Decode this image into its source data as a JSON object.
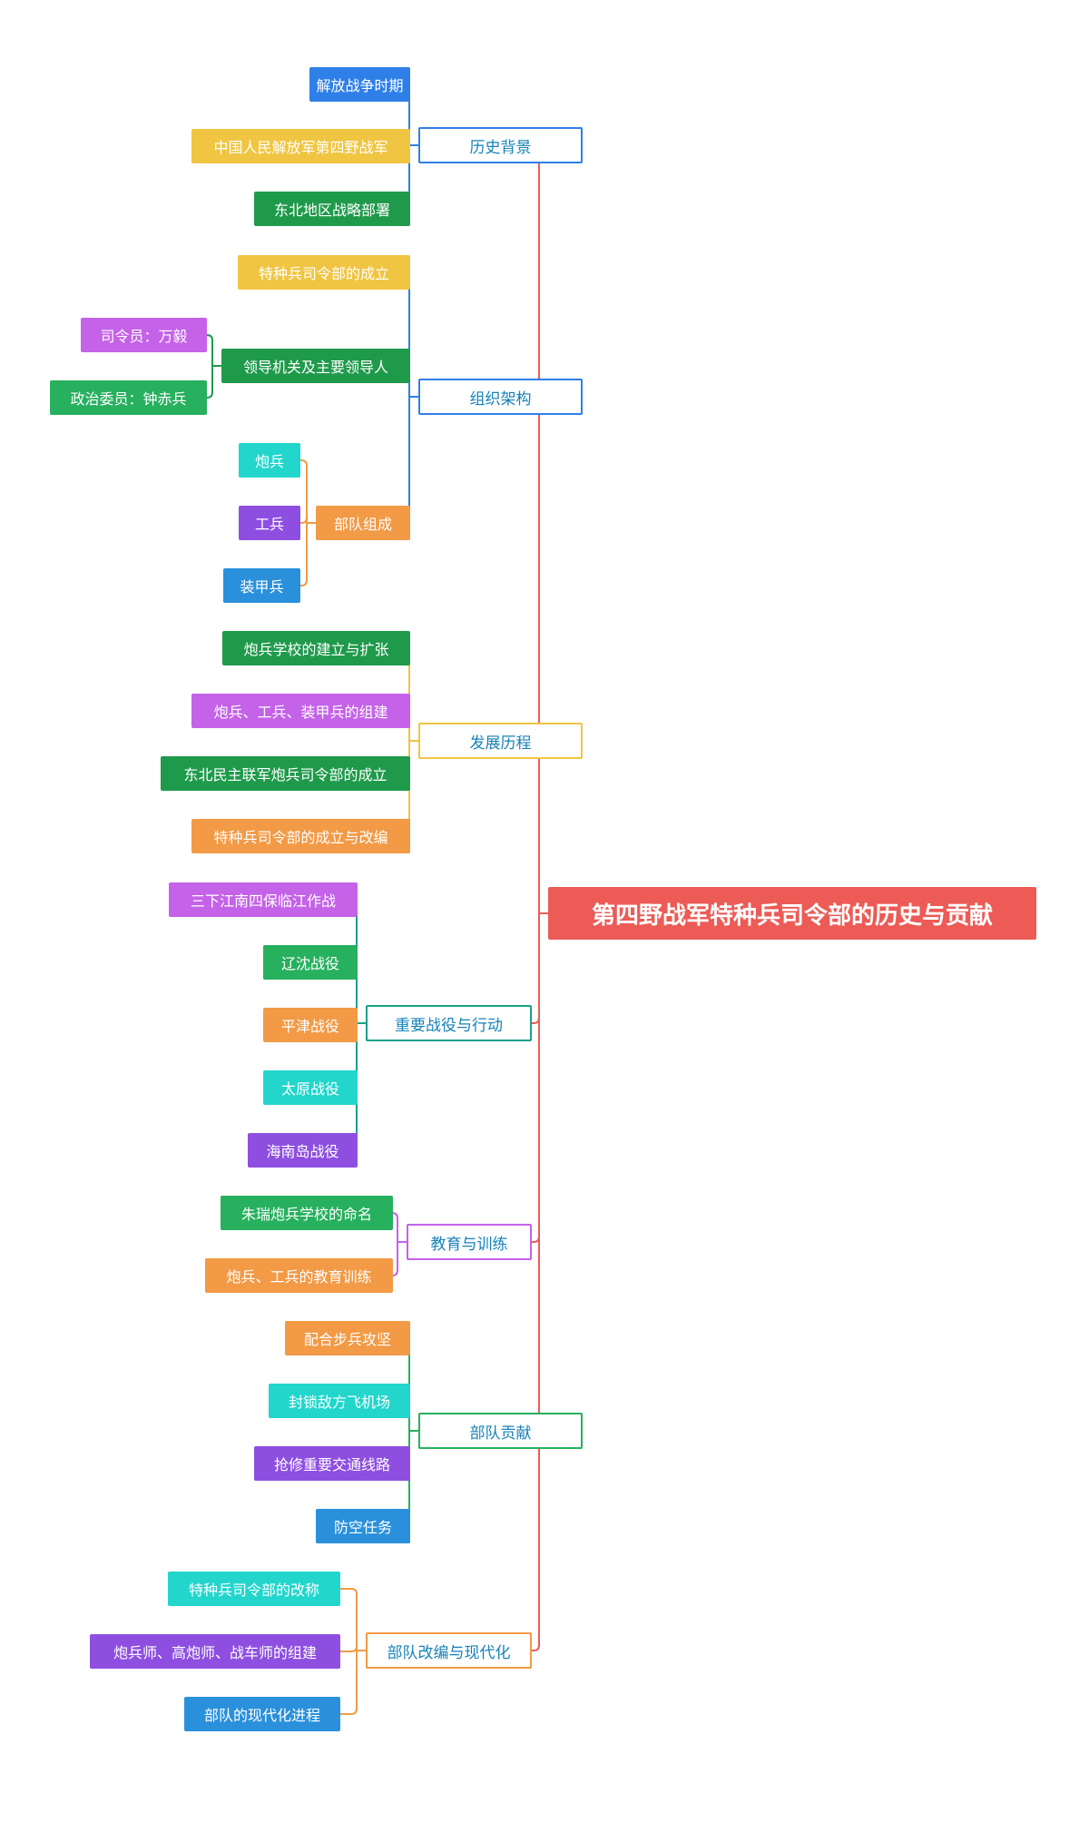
{
  "root": {
    "label": "第四野战军特种兵司令部的历史与贡献",
    "color": "#ec5b56"
  },
  "colors": {
    "blue": "#2f7fe8",
    "yellow": "#f0c542",
    "green": "#1f9a4b",
    "green2": "#27b05e",
    "purple": "#c462e8",
    "violet": "#8e4fe0",
    "cyan": "#22d6cc",
    "orange": "#f29a46",
    "skyblue": "#2a90db",
    "teal": "#1aa08a",
    "text_blue": "#1782b8"
  },
  "categories": [
    {
      "label": "历史背景",
      "color": "#2f7fe8",
      "children": [
        {
          "label": "解放战争时期",
          "color": "#2f7fe8"
        },
        {
          "label": "中国人民解放军第四野战军",
          "color": "#f0c542"
        },
        {
          "label": "东北地区战略部署",
          "color": "#1f9a4b"
        }
      ]
    },
    {
      "label": "组织架构",
      "color": "#2f7fe8",
      "children": [
        {
          "label": "特种兵司令部的成立",
          "color": "#f0c542"
        },
        {
          "label": "领导机关及主要领导人",
          "color": "#1f9a4b",
          "children": [
            {
              "label": "司令员：万毅",
              "color": "#c462e8"
            },
            {
              "label": "政治委员：钟赤兵",
              "color": "#27b05e"
            }
          ]
        },
        {
          "label": "部队组成",
          "color": "#f29a46",
          "children": [
            {
              "label": "炮兵",
              "color": "#22d6cc"
            },
            {
              "label": "工兵",
              "color": "#8e4fe0"
            },
            {
              "label": "装甲兵",
              "color": "#2a90db"
            }
          ]
        }
      ]
    },
    {
      "label": "发展历程",
      "color": "#f0c542",
      "children": [
        {
          "label": "炮兵学校的建立与扩张",
          "color": "#1f9a4b"
        },
        {
          "label": "炮兵、工兵、装甲兵的组建",
          "color": "#c462e8"
        },
        {
          "label": "东北民主联军炮兵司令部的成立",
          "color": "#1f9a4b"
        },
        {
          "label": "特种兵司令部的成立与改编",
          "color": "#f29a46"
        }
      ]
    },
    {
      "label": "重要战役与行动",
      "color": "#1aa08a",
      "children": [
        {
          "label": "三下江南四保临江作战",
          "color": "#c462e8"
        },
        {
          "label": "辽沈战役",
          "color": "#27b05e"
        },
        {
          "label": "平津战役",
          "color": "#f29a46"
        },
        {
          "label": "太原战役",
          "color": "#22d6cc"
        },
        {
          "label": "海南岛战役",
          "color": "#8e4fe0"
        }
      ]
    },
    {
      "label": "教育与训练",
      "color": "#c462e8",
      "children": [
        {
          "label": "朱瑞炮兵学校的命名",
          "color": "#27b05e"
        },
        {
          "label": "炮兵、工兵的教育训练",
          "color": "#f29a46"
        }
      ]
    },
    {
      "label": "部队贡献",
      "color": "#27b05e",
      "children": [
        {
          "label": "配合步兵攻坚",
          "color": "#f29a46"
        },
        {
          "label": "封锁敌方飞机场",
          "color": "#22d6cc"
        },
        {
          "label": "抢修重要交通线路",
          "color": "#8e4fe0"
        },
        {
          "label": "防空任务",
          "color": "#2a90db"
        }
      ]
    },
    {
      "label": "部队改编与现代化",
      "color": "#f29a46",
      "children": [
        {
          "label": "特种兵司令部的改称",
          "color": "#22d6cc"
        },
        {
          "label": "炮兵师、高炮师、战车师的组建",
          "color": "#8e4fe0"
        },
        {
          "label": "部队的现代化进程",
          "color": "#2a90db"
        }
      ]
    }
  ]
}
